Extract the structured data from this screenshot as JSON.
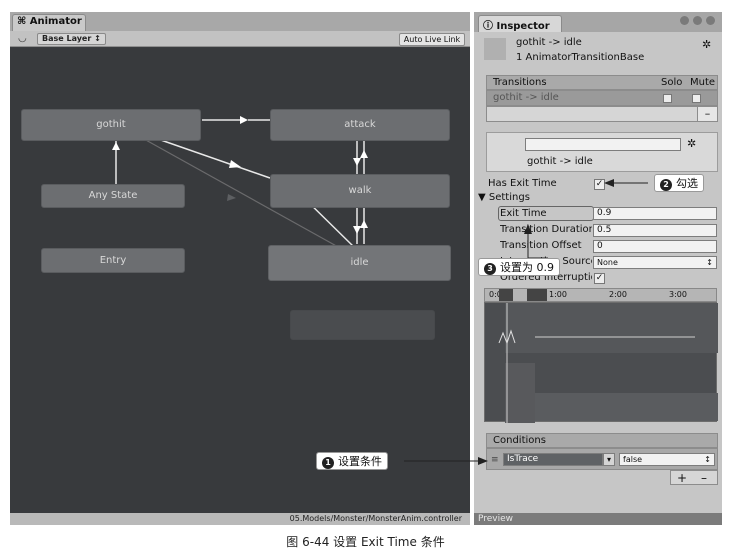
{
  "animator": {
    "tab_title": "Animator",
    "layer": "Base Layer ↕",
    "auto_live_link": "Auto Live Link",
    "status_path": "05.Models/Monster/MonsterAnim.controller",
    "nodes": {
      "gothit": "gothit",
      "attack": "attack",
      "walk": "walk",
      "idle": "idle",
      "any_state": "Any State",
      "entry": "Entry"
    }
  },
  "inspector": {
    "tab_title": "Inspector",
    "header_title": "gothit -> idle",
    "header_subtitle": "1 AnimatorTransitionBase",
    "transitions": {
      "title": "Transitions",
      "solo": "Solo",
      "mute": "Mute",
      "row_label": "gothit -> idle"
    },
    "transition_name": "gothit -> idle",
    "has_exit_time_label": "Has Exit Time",
    "settings_label": "Settings",
    "exit_time_label": "Exit Time",
    "exit_time_value": "0.9",
    "transition_duration_label": "Transition Duration",
    "transition_duration_value": "0.5",
    "transition_offset_label": "Transition Offset",
    "transition_offset_value": "0",
    "interruption_source_label": "Interruption Source",
    "interruption_source_value": "None",
    "ordered_interruption_label": "Ordered Interruption",
    "timeline_ticks": [
      "0:00",
      "1:00",
      "2:00",
      "3:00"
    ],
    "conditions": {
      "title": "Conditions",
      "parameter": "IsTrace",
      "value": "false"
    },
    "preview_label": "Preview"
  },
  "callouts": {
    "one": {
      "number": "1",
      "text": "设置条件"
    },
    "two": {
      "number": "2",
      "text": "勾选"
    },
    "three": {
      "number": "3",
      "text": "设置为 0.9"
    }
  },
  "caption": "图 6-44   设置 Exit Time 条件"
}
